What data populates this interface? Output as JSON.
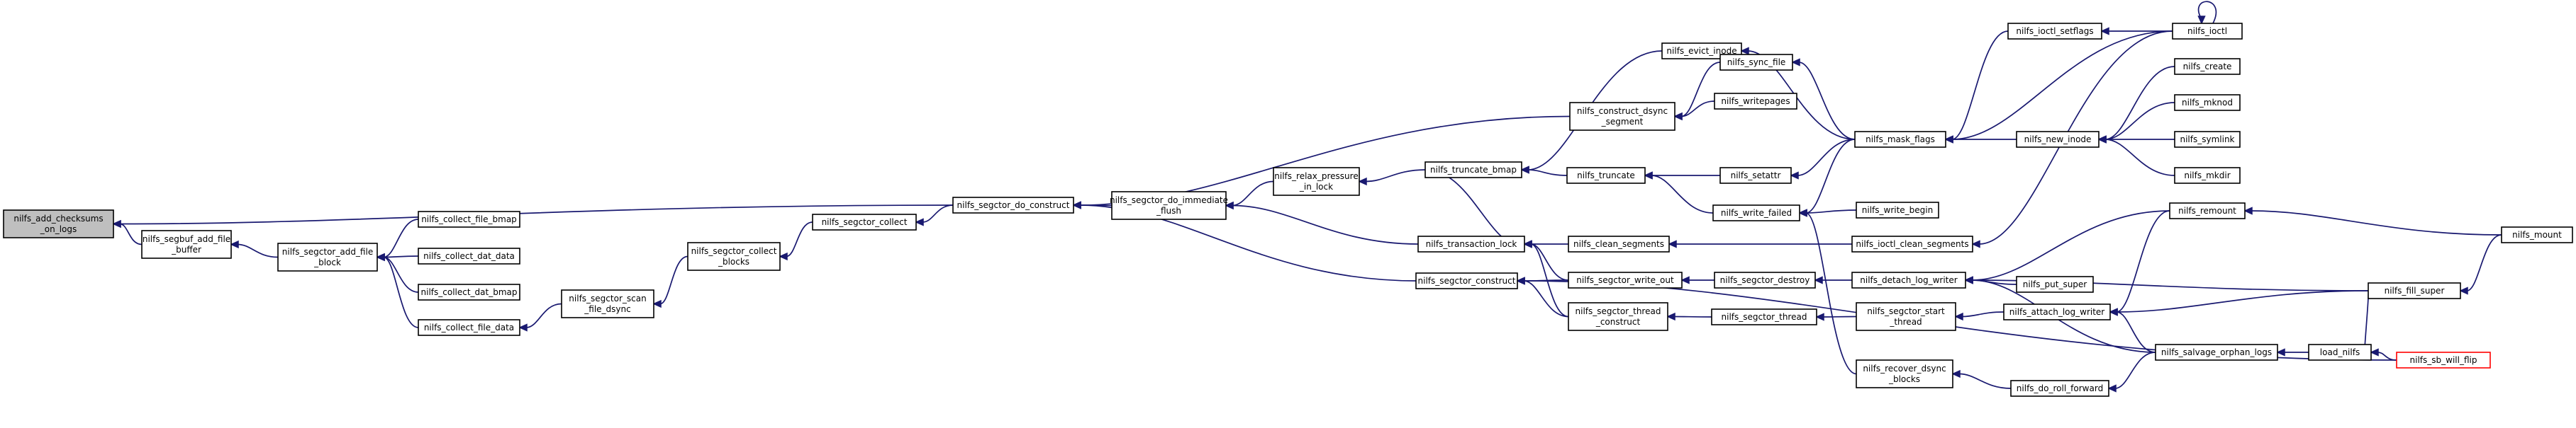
{
  "colors": {
    "node_fill": "#ffffff",
    "node_border": "#000000",
    "root_fill": "#bfbfbf",
    "highlight_border": "#ff0000",
    "edge": "#191970"
  },
  "nodes": [
    {
      "id": "root",
      "lines": [
        "nilfs_add_checksums",
        "_on_logs"
      ],
      "root": true
    },
    {
      "id": "segbuf_add",
      "lines": [
        "nilfs_segbuf_add_file",
        "_buffer"
      ]
    },
    {
      "id": "segctor_add_file",
      "lines": [
        "nilfs_segctor_add_file",
        "_block"
      ]
    },
    {
      "id": "collect_file_bmap",
      "lines": [
        "nilfs_collect_file_bmap"
      ]
    },
    {
      "id": "collect_dat_data",
      "lines": [
        "nilfs_collect_dat_data"
      ]
    },
    {
      "id": "collect_dat_bmap",
      "lines": [
        "nilfs_collect_dat_bmap"
      ]
    },
    {
      "id": "collect_file_data",
      "lines": [
        "nilfs_collect_file_data"
      ]
    },
    {
      "id": "scan_file_dsync",
      "lines": [
        "nilfs_segctor_scan",
        "_file_dsync"
      ]
    },
    {
      "id": "collect_blocks",
      "lines": [
        "nilfs_segctor_collect",
        "_blocks"
      ]
    },
    {
      "id": "segctor_collect",
      "lines": [
        "nilfs_segctor_collect"
      ]
    },
    {
      "id": "do_construct",
      "lines": [
        "nilfs_segctor_do_construct"
      ]
    },
    {
      "id": "do_immediate_flush",
      "lines": [
        "nilfs_segctor_do_immediate",
        "_flush"
      ]
    },
    {
      "id": "relax_pressure",
      "lines": [
        "nilfs_relax_pressure",
        "_in_lock"
      ]
    },
    {
      "id": "segctor_construct",
      "lines": [
        "nilfs_segctor_construct"
      ]
    },
    {
      "id": "truncate_bmap",
      "lines": [
        "nilfs_truncate_bmap"
      ]
    },
    {
      "id": "transaction_lock",
      "lines": [
        "nilfs_transaction_lock"
      ]
    },
    {
      "id": "evict_inode",
      "lines": [
        "nilfs_evict_inode"
      ]
    },
    {
      "id": "construct_dsync",
      "lines": [
        "nilfs_construct_dsync",
        "_segment"
      ]
    },
    {
      "id": "truncate",
      "lines": [
        "nilfs_truncate"
      ]
    },
    {
      "id": "clean_segments",
      "lines": [
        "nilfs_clean_segments"
      ]
    },
    {
      "id": "write_out",
      "lines": [
        "nilfs_segctor_write_out"
      ]
    },
    {
      "id": "thread_construct",
      "lines": [
        "nilfs_segctor_thread",
        "_construct"
      ]
    },
    {
      "id": "sync_file",
      "lines": [
        "nilfs_sync_file"
      ]
    },
    {
      "id": "writepages",
      "lines": [
        "nilfs_writepages"
      ]
    },
    {
      "id": "setattr",
      "lines": [
        "nilfs_setattr"
      ]
    },
    {
      "id": "write_failed",
      "lines": [
        "nilfs_write_failed"
      ]
    },
    {
      "id": "segctor_destroy",
      "lines": [
        "nilfs_segctor_destroy"
      ]
    },
    {
      "id": "segctor_thread",
      "lines": [
        "nilfs_segctor_thread"
      ]
    },
    {
      "id": "mask_flags",
      "lines": [
        "nilfs_mask_flags"
      ]
    },
    {
      "id": "write_begin",
      "lines": [
        "nilfs_write_begin"
      ]
    },
    {
      "id": "ioctl_clean_segments",
      "lines": [
        "nilfs_ioctl_clean_segments"
      ]
    },
    {
      "id": "detach_log_writer",
      "lines": [
        "nilfs_detach_log_writer"
      ]
    },
    {
      "id": "segctor_start_thread",
      "lines": [
        "nilfs_segctor_start",
        "_thread"
      ]
    },
    {
      "id": "recover_dsync",
      "lines": [
        "nilfs_recover_dsync",
        "_blocks"
      ]
    },
    {
      "id": "ioctl_setflags",
      "lines": [
        "nilfs_ioctl_setflags"
      ]
    },
    {
      "id": "new_inode",
      "lines": [
        "nilfs_new_inode"
      ]
    },
    {
      "id": "put_super",
      "lines": [
        "nilfs_put_super"
      ]
    },
    {
      "id": "attach_log_writer",
      "lines": [
        "nilfs_attach_log_writer"
      ]
    },
    {
      "id": "do_roll_forward",
      "lines": [
        "nilfs_do_roll_forward"
      ]
    },
    {
      "id": "ioctl",
      "lines": [
        "nilfs_ioctl"
      ]
    },
    {
      "id": "create",
      "lines": [
        "nilfs_create"
      ]
    },
    {
      "id": "mknod",
      "lines": [
        "nilfs_mknod"
      ]
    },
    {
      "id": "symlink",
      "lines": [
        "nilfs_symlink"
      ]
    },
    {
      "id": "mkdir",
      "lines": [
        "nilfs_mkdir"
      ]
    },
    {
      "id": "remount",
      "lines": [
        "nilfs_remount"
      ]
    },
    {
      "id": "salvage_orphan_logs",
      "lines": [
        "nilfs_salvage_orphan_logs"
      ]
    },
    {
      "id": "load_nilfs",
      "lines": [
        "load_nilfs"
      ]
    },
    {
      "id": "sb_will_flip",
      "lines": [
        "nilfs_sb_will_flip"
      ],
      "highlight": true
    },
    {
      "id": "fill_super",
      "lines": [
        "nilfs_fill_super"
      ]
    },
    {
      "id": "mount",
      "lines": [
        "nilfs_mount"
      ]
    }
  ],
  "edges": [
    [
      "segbuf_add",
      "root"
    ],
    [
      "do_construct",
      "root"
    ],
    [
      "segctor_add_file",
      "segbuf_add"
    ],
    [
      "collect_file_bmap",
      "segctor_add_file"
    ],
    [
      "collect_dat_data",
      "segctor_add_file"
    ],
    [
      "collect_dat_bmap",
      "segctor_add_file"
    ],
    [
      "collect_file_data",
      "segctor_add_file"
    ],
    [
      "scan_file_dsync",
      "collect_file_data"
    ],
    [
      "collect_blocks",
      "scan_file_dsync"
    ],
    [
      "segctor_collect",
      "collect_blocks"
    ],
    [
      "do_construct",
      "segctor_collect"
    ],
    [
      "do_immediate_flush",
      "do_construct"
    ],
    [
      "segctor_construct",
      "do_construct"
    ],
    [
      "construct_dsync",
      "do_construct"
    ],
    [
      "relax_pressure",
      "do_immediate_flush"
    ],
    [
      "transaction_lock",
      "do_immediate_flush"
    ],
    [
      "truncate_bmap",
      "relax_pressure"
    ],
    [
      "evict_inode",
      "truncate_bmap"
    ],
    [
      "truncate",
      "truncate_bmap"
    ],
    [
      "truncate_bmap",
      "transaction_lock"
    ],
    [
      "clean_segments",
      "transaction_lock"
    ],
    [
      "write_out",
      "transaction_lock"
    ],
    [
      "thread_construct",
      "transaction_lock"
    ],
    [
      "write_out",
      "segctor_construct"
    ],
    [
      "thread_construct",
      "segctor_construct"
    ],
    [
      "sb_will_flip",
      "segctor_construct"
    ],
    [
      "sync_file",
      "construct_dsync"
    ],
    [
      "writepages",
      "construct_dsync"
    ],
    [
      "setattr",
      "truncate"
    ],
    [
      "write_failed",
      "truncate"
    ],
    [
      "mask_flags",
      "evict_inode"
    ],
    [
      "mask_flags",
      "sync_file"
    ],
    [
      "mask_flags",
      "setattr"
    ],
    [
      "mask_flags",
      "write_failed"
    ],
    [
      "write_begin",
      "write_failed"
    ],
    [
      "recover_dsync",
      "write_failed"
    ],
    [
      "ioctl_clean_segments",
      "clean_segments"
    ],
    [
      "segctor_destroy",
      "write_out"
    ],
    [
      "segctor_thread",
      "thread_construct"
    ],
    [
      "detach_log_writer",
      "segctor_destroy"
    ],
    [
      "segctor_start_thread",
      "segctor_thread"
    ],
    [
      "ioctl_setflags",
      "mask_flags"
    ],
    [
      "ioctl",
      "mask_flags"
    ],
    [
      "new_inode",
      "mask_flags"
    ],
    [
      "ioctl",
      "ioctl_clean_segments"
    ],
    [
      "ioctl",
      "ioctl_setflags"
    ],
    [
      "ioctl",
      "ioctl"
    ],
    [
      "create",
      "new_inode"
    ],
    [
      "mknod",
      "new_inode"
    ],
    [
      "symlink",
      "new_inode"
    ],
    [
      "mkdir",
      "new_inode"
    ],
    [
      "remount",
      "detach_log_writer"
    ],
    [
      "put_super",
      "detach_log_writer"
    ],
    [
      "fill_super",
      "detach_log_writer"
    ],
    [
      "salvage_orphan_logs",
      "detach_log_writer"
    ],
    [
      "attach_log_writer",
      "segctor_start_thread"
    ],
    [
      "remount",
      "attach_log_writer"
    ],
    [
      "fill_super",
      "attach_log_writer"
    ],
    [
      "salvage_orphan_logs",
      "attach_log_writer"
    ],
    [
      "do_roll_forward",
      "recover_dsync"
    ],
    [
      "salvage_orphan_logs",
      "do_roll_forward"
    ],
    [
      "load_nilfs",
      "salvage_orphan_logs"
    ],
    [
      "fill_super",
      "load_nilfs"
    ],
    [
      "sb_will_flip",
      "load_nilfs"
    ],
    [
      "mount",
      "remount"
    ],
    [
      "mount",
      "fill_super"
    ]
  ]
}
